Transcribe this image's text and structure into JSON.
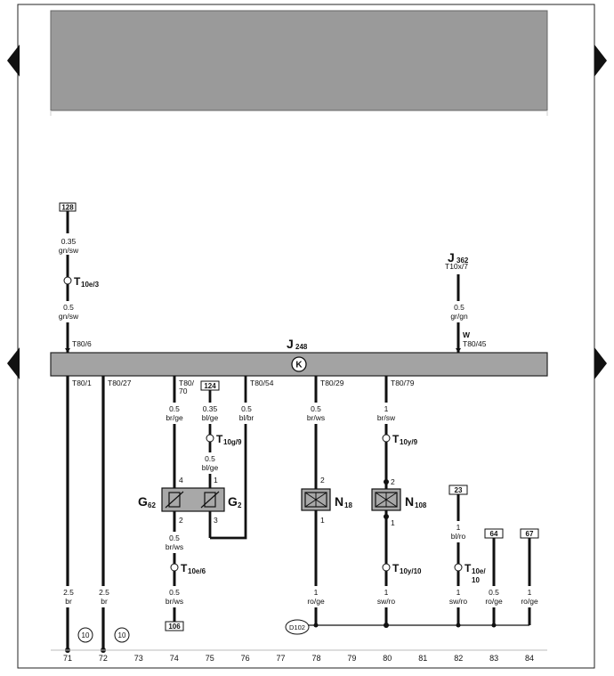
{
  "nav": {
    "prev_label": "◀",
    "next_label": "▶"
  },
  "control_unit": {
    "name": "J",
    "number": "248",
    "symbol": "K"
  },
  "relay": {
    "name": "J",
    "number": "362",
    "connector": "T10x/7",
    "pin_top": "0.5",
    "color_top": "gr/gn",
    "w_label": "W",
    "ecu_pin": "T80/45"
  },
  "left_feed": {
    "box": "128",
    "size1": "0.35",
    "color1": "gn/sw",
    "connector": "T",
    "connector_sub": "10e/3",
    "size2": "0.5",
    "color2": "gn/sw",
    "ecu_pin": "T80/6"
  },
  "wires": {
    "w71": {
      "pin": "T80/1",
      "size": "2.5",
      "color": "br",
      "circle": "10"
    },
    "w72": {
      "pin": "T80/27",
      "size": "2.5",
      "color": "br",
      "circle": "10"
    },
    "w74": {
      "pin_line1": "T80/",
      "pin_line2": "70",
      "size1": "0.5",
      "color1": "br/ge",
      "g_pin_top": "4",
      "g_pin_bot": "2",
      "size2": "0.5",
      "color2": "br/ws",
      "conn": "T",
      "conn_sub": "10e/6",
      "size3": "0.5",
      "color3": "br/ws",
      "box": "106"
    },
    "w75": {
      "box": "124",
      "size1": "0.35",
      "color1": "bl/ge",
      "conn": "T",
      "conn_sub": "10g/9",
      "size2": "0.5",
      "color2": "bl/ge",
      "g_pin_top": "1",
      "g_pin_bot": "3"
    },
    "w76": {
      "pin": "T80/54",
      "size": "0.5",
      "color": "bl/br"
    },
    "w78": {
      "pin": "T80/29",
      "size1": "0.5",
      "color1": "br/ws",
      "n_pin_top": "2",
      "n_pin_bot": "1",
      "size2": "1",
      "color2": "ro/ge"
    },
    "w80": {
      "pin": "T80/79",
      "size1": "1",
      "color1": "br/sw",
      "conn": "T",
      "conn_sub": "10y/9",
      "n_pin_top": "2",
      "n_pin_bot": "1",
      "conn2": "T",
      "conn2_sub": "10y/10",
      "size2": "1",
      "color2": "sw/ro"
    },
    "w82": {
      "box": "23",
      "size1": "1",
      "color1": "bl/ro",
      "conn": "T",
      "conn_sub": "10e/",
      "conn_sub2": "10",
      "size2": "1",
      "color2": "sw/ro"
    },
    "w83": {
      "box": "64",
      "size": "0.5",
      "color": "ro/ge"
    },
    "w84": {
      "box": "67",
      "size": "1",
      "color": "ro/ge"
    }
  },
  "components": {
    "g62": {
      "name": "G",
      "sub": "62"
    },
    "g2": {
      "name": "G",
      "sub": "2"
    },
    "n18": {
      "name": "N",
      "sub": "18"
    },
    "n108": {
      "name": "N",
      "sub": "108"
    }
  },
  "ground": {
    "label": "D102"
  },
  "columns": [
    "71",
    "72",
    "73",
    "74",
    "75",
    "76",
    "77",
    "78",
    "79",
    "80",
    "81",
    "82",
    "83",
    "84"
  ],
  "colors": {
    "header_gray": "#9a9a9a",
    "unit_gray": "#a3a3a3",
    "component_gray": "#a8a8a8",
    "wire": "#111111"
  }
}
